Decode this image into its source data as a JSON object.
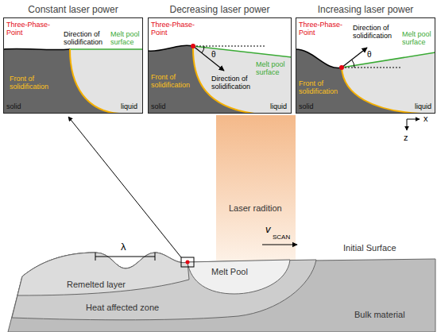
{
  "diagram": {
    "nodes": [
      {
        "text": [
          "Constant laser power"
        ]
      },
      {
        "text": [
          "Decreasing laser power"
        ]
      },
      {
        "text": [
          "Increasing laser power"
        ]
      }
    ],
    "labels": [
      "Three-Phase-Point",
      "Direction of solidification",
      "Melt pool surface",
      "Front of solidification",
      "solid",
      "liquid",
      "Three-Phase-Point",
      "Melt pool surface",
      "θ",
      "Direction of solidification",
      "Front of solidification",
      "solid",
      "liquid",
      "Three-Phase-Point",
      "Direction of solidification",
      "Melt pool surface",
      "θ",
      "Front of solidification",
      "solid",
      "liquid",
      "x",
      "z",
      "Laser radition",
      "v",
      "SCAN",
      "Initial Surface",
      "λ",
      "Melt Pool",
      "Remelted layer",
      "Heat affected zone",
      "Bulk material"
    ]
  }
}
